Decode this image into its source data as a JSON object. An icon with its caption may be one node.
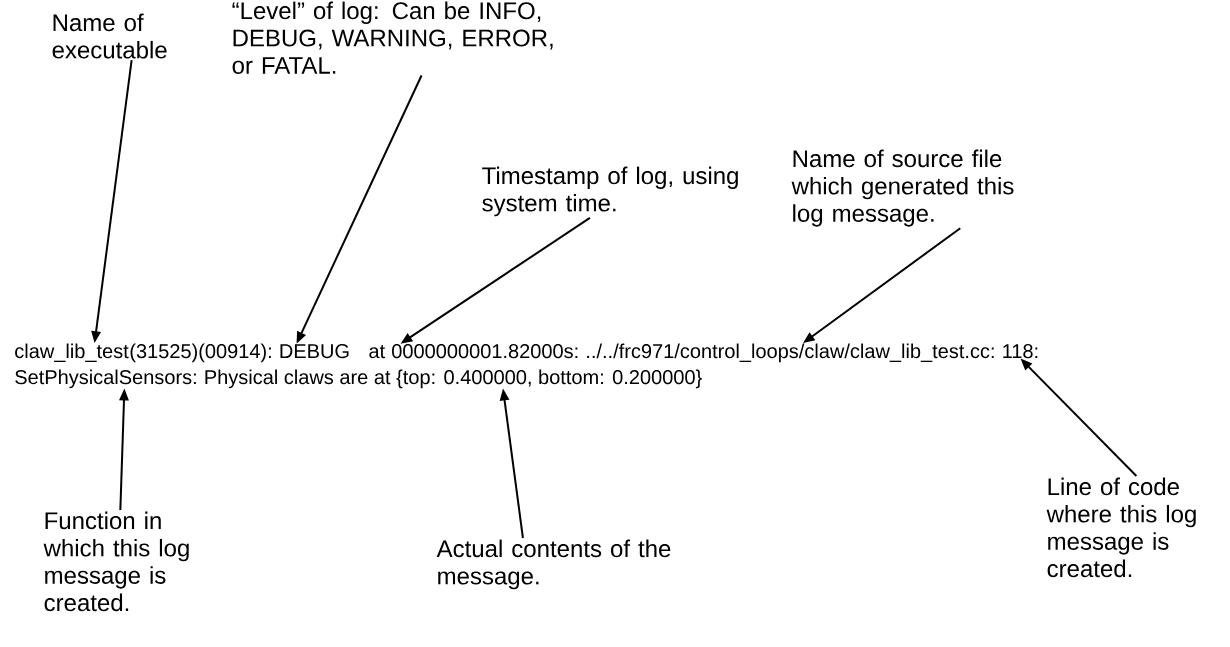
{
  "diagram": {
    "nodes": [
      {
        "text": [
          "Name of executable"
        ]
      },
      {
        "text": [
          "“Level” of log: Can be INFO, DEBUG, WARNING, ERROR, or FATAL."
        ]
      },
      {
        "text": [
          "Timestamp of log, using system time."
        ]
      },
      {
        "text": [
          "Name of source file which generated this log message."
        ]
      },
      {
        "text": [
          "claw_lib_test"
        ]
      },
      {
        "text": [
          "DEBUG"
        ]
      },
      {
        "text": [
          "0000000001.82000s:"
        ]
      },
      {
        "text": [
          "../../frc971/control_loops/claw/claw_lib_test.cc:"
        ]
      },
      {
        "text": [
          "118:"
        ]
      },
      {
        "text": [
          "SetPhysicalSensors:"
        ]
      },
      {
        "text": [
          "Physical claws are at {top: 0.400000, bottom: 0.200000}"
        ]
      },
      {
        "text": [
          "Function in which this log message is created."
        ]
      },
      {
        "text": [
          "Actual contents of the message."
        ]
      },
      {
        "text": [
          "Line of code where this log message is created."
        ]
      }
    ],
    "edges": [
      {
        "from": 0,
        "to": 4,
        "arrow": "to"
      },
      {
        "from": 1,
        "to": 5,
        "arrow": "to"
      },
      {
        "from": 2,
        "to": 6,
        "arrow": "to"
      },
      {
        "from": 3,
        "to": 7,
        "arrow": "to"
      },
      {
        "from": 11,
        "to": 9,
        "arrow": "to"
      },
      {
        "from": 12,
        "to": 10,
        "arrow": "to"
      },
      {
        "from": 13,
        "to": 8,
        "arrow": "to"
      }
    ],
    "labels": [
      "(31525)(00914):",
      "at"
    ]
  }
}
